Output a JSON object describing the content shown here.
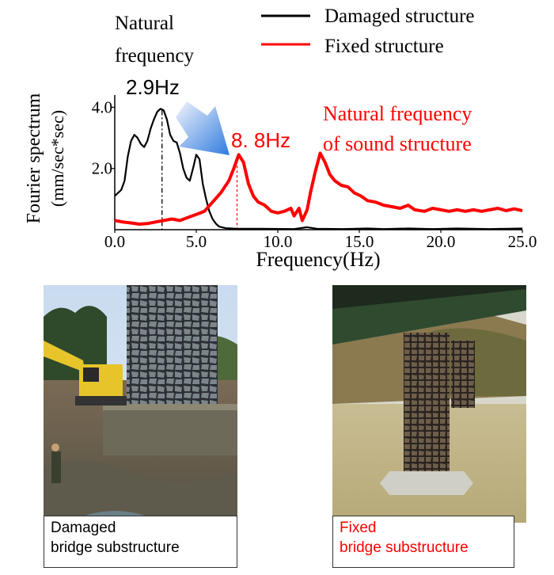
{
  "chart_data": {
    "type": "line",
    "xlabel": "Frequency(Hz)",
    "ylabel_line1": "Fourier spectrum",
    "ylabel_line2": "(mm/sec*sec)",
    "xlim": [
      0,
      25
    ],
    "ylim": [
      0,
      4.4
    ],
    "x_ticks": [
      {
        "value": 0,
        "label": "0.0"
      },
      {
        "value": 5,
        "label": "5.0"
      },
      {
        "value": 10,
        "label": "10.0"
      },
      {
        "value": 15,
        "label": "15.0"
      },
      {
        "value": 20,
        "label": "20.0"
      },
      {
        "value": 25,
        "label": "25.0"
      }
    ],
    "y_ticks": [
      {
        "value": 2.0,
        "label": "2.0"
      },
      {
        "value": 4.0,
        "label": "4.0"
      }
    ],
    "legend_position": "top-right",
    "series": [
      {
        "name": "Damaged structure",
        "color": "#000000",
        "points": [
          [
            0,
            1.1
          ],
          [
            0.2,
            1.2
          ],
          [
            0.4,
            1.3
          ],
          [
            0.6,
            1.6
          ],
          [
            0.8,
            2.4
          ],
          [
            1.0,
            2.9
          ],
          [
            1.2,
            3.1
          ],
          [
            1.4,
            3.0
          ],
          [
            1.6,
            2.8
          ],
          [
            1.8,
            2.7
          ],
          [
            2.0,
            2.9
          ],
          [
            2.2,
            3.3
          ],
          [
            2.4,
            3.6
          ],
          [
            2.6,
            3.85
          ],
          [
            2.8,
            3.95
          ],
          [
            3.0,
            3.9
          ],
          [
            3.2,
            3.6
          ],
          [
            3.4,
            3.1
          ],
          [
            3.6,
            2.9
          ],
          [
            3.8,
            2.85
          ],
          [
            4.0,
            2.5
          ],
          [
            4.2,
            2.0
          ],
          [
            4.4,
            1.7
          ],
          [
            4.6,
            1.6
          ],
          [
            4.8,
            2.0
          ],
          [
            5.0,
            2.45
          ],
          [
            5.2,
            2.3
          ],
          [
            5.4,
            1.5
          ],
          [
            5.6,
            1.0
          ],
          [
            5.8,
            0.6
          ],
          [
            6.0,
            0.35
          ],
          [
            6.2,
            0.2
          ],
          [
            6.4,
            0.1
          ],
          [
            6.8,
            0.05
          ],
          [
            7.5,
            0.03
          ],
          [
            9.0,
            0.03
          ],
          [
            11.0,
            0.02
          ],
          [
            11.8,
            0.08
          ],
          [
            12.4,
            0.03
          ],
          [
            14.0,
            0.02
          ],
          [
            15.5,
            0.04
          ],
          [
            16.5,
            0.02
          ],
          [
            18.0,
            0.04
          ],
          [
            19.5,
            0.02
          ],
          [
            21.0,
            0.04
          ],
          [
            23.0,
            0.02
          ],
          [
            25.0,
            0.04
          ]
        ]
      },
      {
        "name": "Fixed structure",
        "color": "#ff0000",
        "points": [
          [
            0,
            0.3
          ],
          [
            0.5,
            0.25
          ],
          [
            1.0,
            0.22
          ],
          [
            1.5,
            0.18
          ],
          [
            2.0,
            0.2
          ],
          [
            2.5,
            0.25
          ],
          [
            3.0,
            0.3
          ],
          [
            3.5,
            0.35
          ],
          [
            4.0,
            0.3
          ],
          [
            4.5,
            0.4
          ],
          [
            5.0,
            0.5
          ],
          [
            5.5,
            0.6
          ],
          [
            6.0,
            0.9
          ],
          [
            6.5,
            1.2
          ],
          [
            7.0,
            1.6
          ],
          [
            7.3,
            2.0
          ],
          [
            7.6,
            2.45
          ],
          [
            7.9,
            2.2
          ],
          [
            8.2,
            1.5
          ],
          [
            8.5,
            1.1
          ],
          [
            8.8,
            0.9
          ],
          [
            9.2,
            0.8
          ],
          [
            9.6,
            0.6
          ],
          [
            10.0,
            0.55
          ],
          [
            10.4,
            0.6
          ],
          [
            10.8,
            0.7
          ],
          [
            11.0,
            0.45
          ],
          [
            11.3,
            0.7
          ],
          [
            11.5,
            0.3
          ],
          [
            11.8,
            0.65
          ],
          [
            12.0,
            1.2
          ],
          [
            12.3,
            1.9
          ],
          [
            12.6,
            2.5
          ],
          [
            12.9,
            2.2
          ],
          [
            13.2,
            1.8
          ],
          [
            13.5,
            1.6
          ],
          [
            13.9,
            1.45
          ],
          [
            14.3,
            1.4
          ],
          [
            14.7,
            1.2
          ],
          [
            15.1,
            1.1
          ],
          [
            15.5,
            0.95
          ],
          [
            16.0,
            0.9
          ],
          [
            16.5,
            0.8
          ],
          [
            17.0,
            0.75
          ],
          [
            17.5,
            0.7
          ],
          [
            18.0,
            0.8
          ],
          [
            18.4,
            0.65
          ],
          [
            19.0,
            0.6
          ],
          [
            19.5,
            0.7
          ],
          [
            20.0,
            0.65
          ],
          [
            20.5,
            0.6
          ],
          [
            21.0,
            0.65
          ],
          [
            21.5,
            0.6
          ],
          [
            22.0,
            0.65
          ],
          [
            22.5,
            0.6
          ],
          [
            23.0,
            0.65
          ],
          [
            23.5,
            0.7
          ],
          [
            24.0,
            0.62
          ],
          [
            24.5,
            0.68
          ],
          [
            25.0,
            0.62
          ]
        ]
      }
    ],
    "markers": [
      {
        "x": 2.9,
        "color": "#000000"
      },
      {
        "x": 7.5,
        "color": "#ff0000"
      }
    ],
    "annotations": {
      "natural_line1": "Natural",
      "natural_line2": "frequency",
      "damaged_freq": "2.9Hz",
      "fixed_freq": "8. 8Hz",
      "sound_line1": "Natural frequency",
      "sound_line2": "of sound structure"
    }
  },
  "photos": {
    "damaged_caption_line1": "Damaged",
    "damaged_caption_line2": "bridge substructure",
    "fixed_caption_line1": "Fixed",
    "fixed_caption_line2": "bridge substructure"
  },
  "colors": {
    "accent_red": "#ff0000",
    "arrow_blue": "#2f7be0"
  }
}
